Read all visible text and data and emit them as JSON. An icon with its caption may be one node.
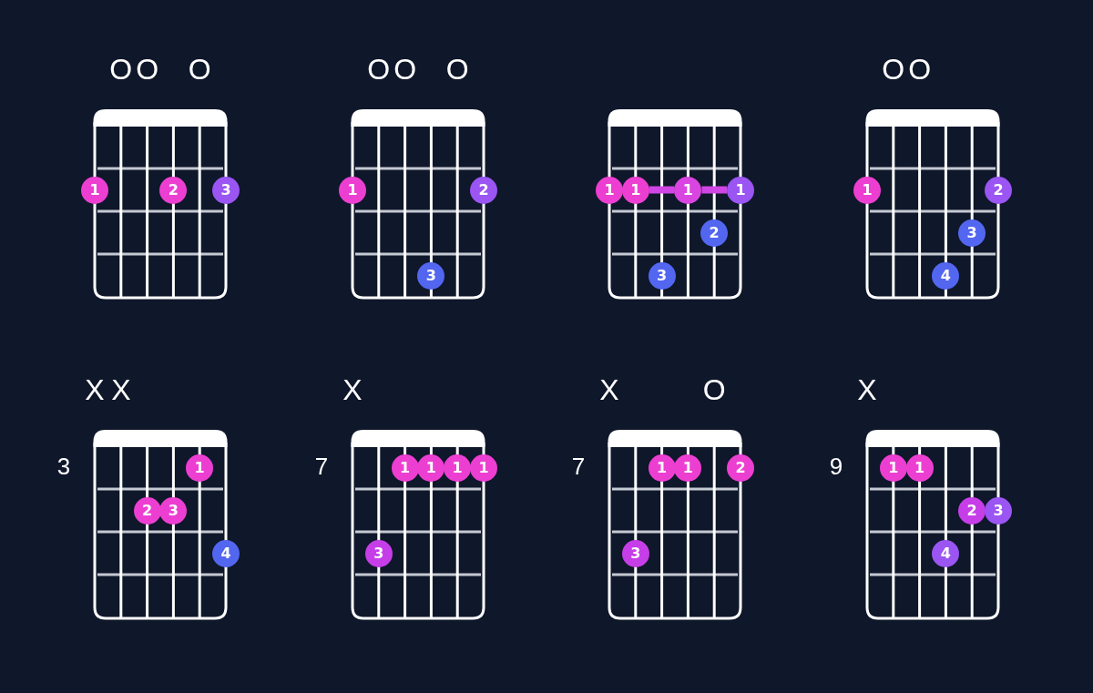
{
  "diagram": {
    "nodes": [
      {
        "text": [
          "1"
        ]
      },
      {
        "text": [
          "2"
        ]
      },
      {
        "text": [
          "3"
        ]
      },
      {
        "text": [
          "1"
        ]
      },
      {
        "text": [
          "2"
        ]
      },
      {
        "text": [
          "3"
        ]
      },
      {
        "text": [
          "1"
        ]
      },
      {
        "text": [
          "1"
        ]
      },
      {
        "text": [
          "1"
        ]
      },
      {
        "text": [
          "1"
        ]
      },
      {
        "text": [
          "2"
        ]
      },
      {
        "text": [
          "3"
        ]
      },
      {
        "text": [
          "1"
        ]
      },
      {
        "text": [
          "2"
        ]
      },
      {
        "text": [
          "3"
        ]
      },
      {
        "text": [
          "4"
        ]
      },
      {
        "text": [
          "1"
        ]
      },
      {
        "text": [
          "2"
        ]
      },
      {
        "text": [
          "3"
        ]
      },
      {
        "text": [
          "4"
        ]
      },
      {
        "text": [
          "1"
        ]
      },
      {
        "text": [
          "1"
        ]
      },
      {
        "text": [
          "1"
        ]
      },
      {
        "text": [
          "1"
        ]
      },
      {
        "text": [
          "3"
        ]
      },
      {
        "text": [
          "1"
        ]
      },
      {
        "text": [
          "1"
        ]
      },
      {
        "text": [
          "2"
        ]
      },
      {
        "text": [
          "3"
        ]
      },
      {
        "text": [
          "1"
        ]
      },
      {
        "text": [
          "1"
        ]
      },
      {
        "text": [
          "2"
        ]
      },
      {
        "text": [
          "3"
        ]
      },
      {
        "text": [
          "4"
        ]
      }
    ],
    "edges": [
      {
        "from": 7,
        "to": 8,
        "arrow": "none"
      },
      {
        "from": 8,
        "to": 9,
        "arrow": "none"
      }
    ],
    "labels": [
      "O",
      "O",
      "O",
      "O",
      "O",
      "O",
      "O",
      "O",
      "X",
      "X",
      "X",
      "X",
      "O",
      "X",
      "3",
      "7",
      "7",
      "9"
    ]
  }
}
